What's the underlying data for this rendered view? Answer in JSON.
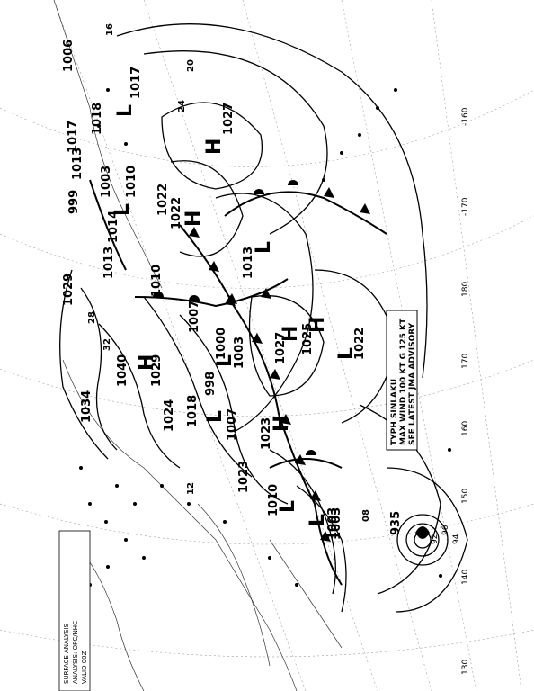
{
  "chart": {
    "caption_lines": [
      "SURFACE ANALYSIS",
      "ANALYSIS: OPC/NHC",
      "VALID 00Z"
    ],
    "typhoon_advisory": [
      "TYPH SINLAKU",
      "MAX WIND 100 KT G 125 KT",
      "SEE LATEST JMA ADVISORY"
    ],
    "typhoon_pressure": "935",
    "typhoon_wind_barbs": [
      "92",
      "96",
      "94"
    ],
    "longitude_labels": [
      "-160",
      "-170",
      "180",
      "170",
      "160",
      "150",
      "140",
      "130"
    ],
    "high_centers": [
      {
        "letter": "H",
        "pressure": "1027"
      },
      {
        "letter": "H",
        "pressure": "1027"
      },
      {
        "letter": "H",
        "pressure": "1025"
      },
      {
        "letter": "H",
        "pressure": "1022"
      },
      {
        "letter": "H",
        "pressure": "1023"
      },
      {
        "letter": "H",
        "pressure": "1040"
      }
    ],
    "low_centers": [
      {
        "letter": "L",
        "pressure": "1003"
      },
      {
        "letter": "L",
        "pressure": "1013"
      },
      {
        "letter": "L",
        "pressure": "1007"
      },
      {
        "letter": "L",
        "pressure": "998"
      },
      {
        "letter": "L",
        "pressure": "1010"
      },
      {
        "letter": "L",
        "pressure": "1003"
      },
      {
        "letter": "L",
        "pressure": "1018"
      },
      {
        "letter": "L",
        "pressure": "1013"
      }
    ],
    "isobar_labels": [
      "1006",
      "1017",
      "1018",
      "1013",
      "999",
      "1003",
      "1010",
      "1014",
      "1022",
      "1029",
      "1034",
      "1024",
      "1029",
      "1000",
      "1007",
      "1023",
      "1010",
      "1022",
      "1017",
      "1003"
    ],
    "wind_labels": [
      "16",
      "20",
      "24",
      "28",
      "32",
      "12",
      "08"
    ],
    "colors": {
      "line": "#000000",
      "grid": "#888888",
      "background": "#ffffff"
    }
  }
}
